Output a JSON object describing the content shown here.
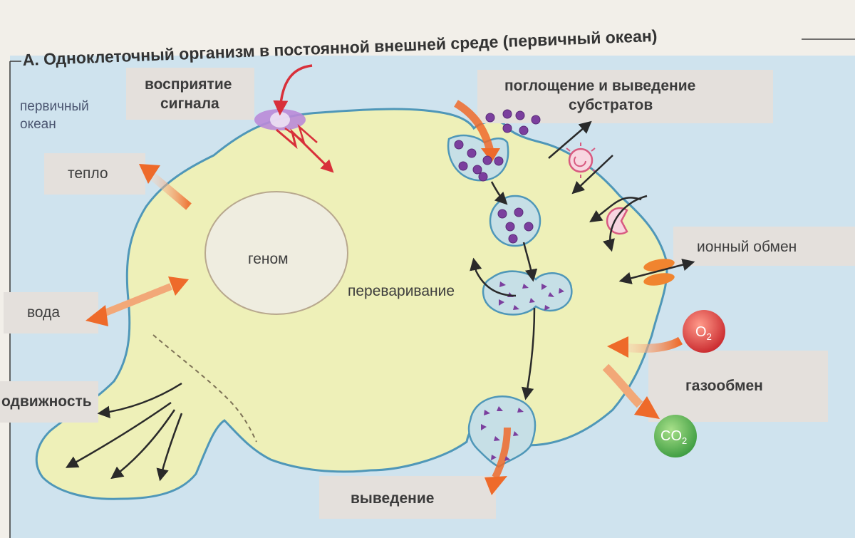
{
  "title": "А. Одноклеточный организм в постоянной внешней среде (первичный океан)",
  "labels": {
    "ocean": [
      "первичный",
      "океан"
    ],
    "signal": [
      "восприятие",
      "сигнала"
    ],
    "substrates": [
      "поглощение и выведение",
      "субстратов"
    ],
    "heat": "тепло",
    "water": "вода",
    "genome": "геном",
    "digestion": "переваривание",
    "ion_exchange": "ионный обмен",
    "gas_exchange": "газообмен",
    "motility": "одвижность",
    "excretion": "выведение",
    "o2": "O",
    "o2_sub": "2",
    "co2": "CO",
    "co2_sub": "2"
  },
  "colors": {
    "ocean": "#cfe3ee",
    "cell": "#eef0b8",
    "membrane": "#4f97b8",
    "vesicle": "#c6dfe6",
    "particle": "#7b3f9e",
    "signal_arrow": "#d8303a",
    "orange_arrow": "#ee6a2a",
    "o2": "#d93a3a",
    "co2": "#4aa84c"
  }
}
